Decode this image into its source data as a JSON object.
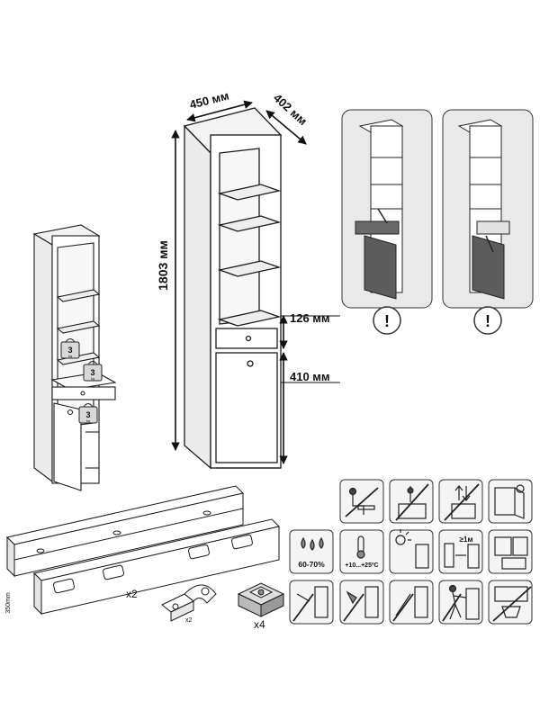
{
  "dimensions": {
    "width": "450 мм",
    "depth": "402 мм",
    "height": "1803 мм",
    "drawer_height": "126 мм",
    "door_height": "410 мм"
  },
  "load_labels": {
    "weight_value": "3",
    "weight_unit": "kg"
  },
  "parts": {
    "rail_length_label": "350mm",
    "rails_qty": "x2",
    "hinges_qty": "x2",
    "feet_qty": "x4"
  },
  "care_icons": {
    "humidity": "60-70%",
    "temperature": "+10...+25ºC",
    "distance": "≥1м"
  },
  "warning_symbol": "!",
  "colors": {
    "line": "#1a1a1a",
    "panel_fill": "#e8e8e8",
    "dark_fill": "#5c5c5c",
    "pictogram_bg": "#f4f4f4"
  }
}
